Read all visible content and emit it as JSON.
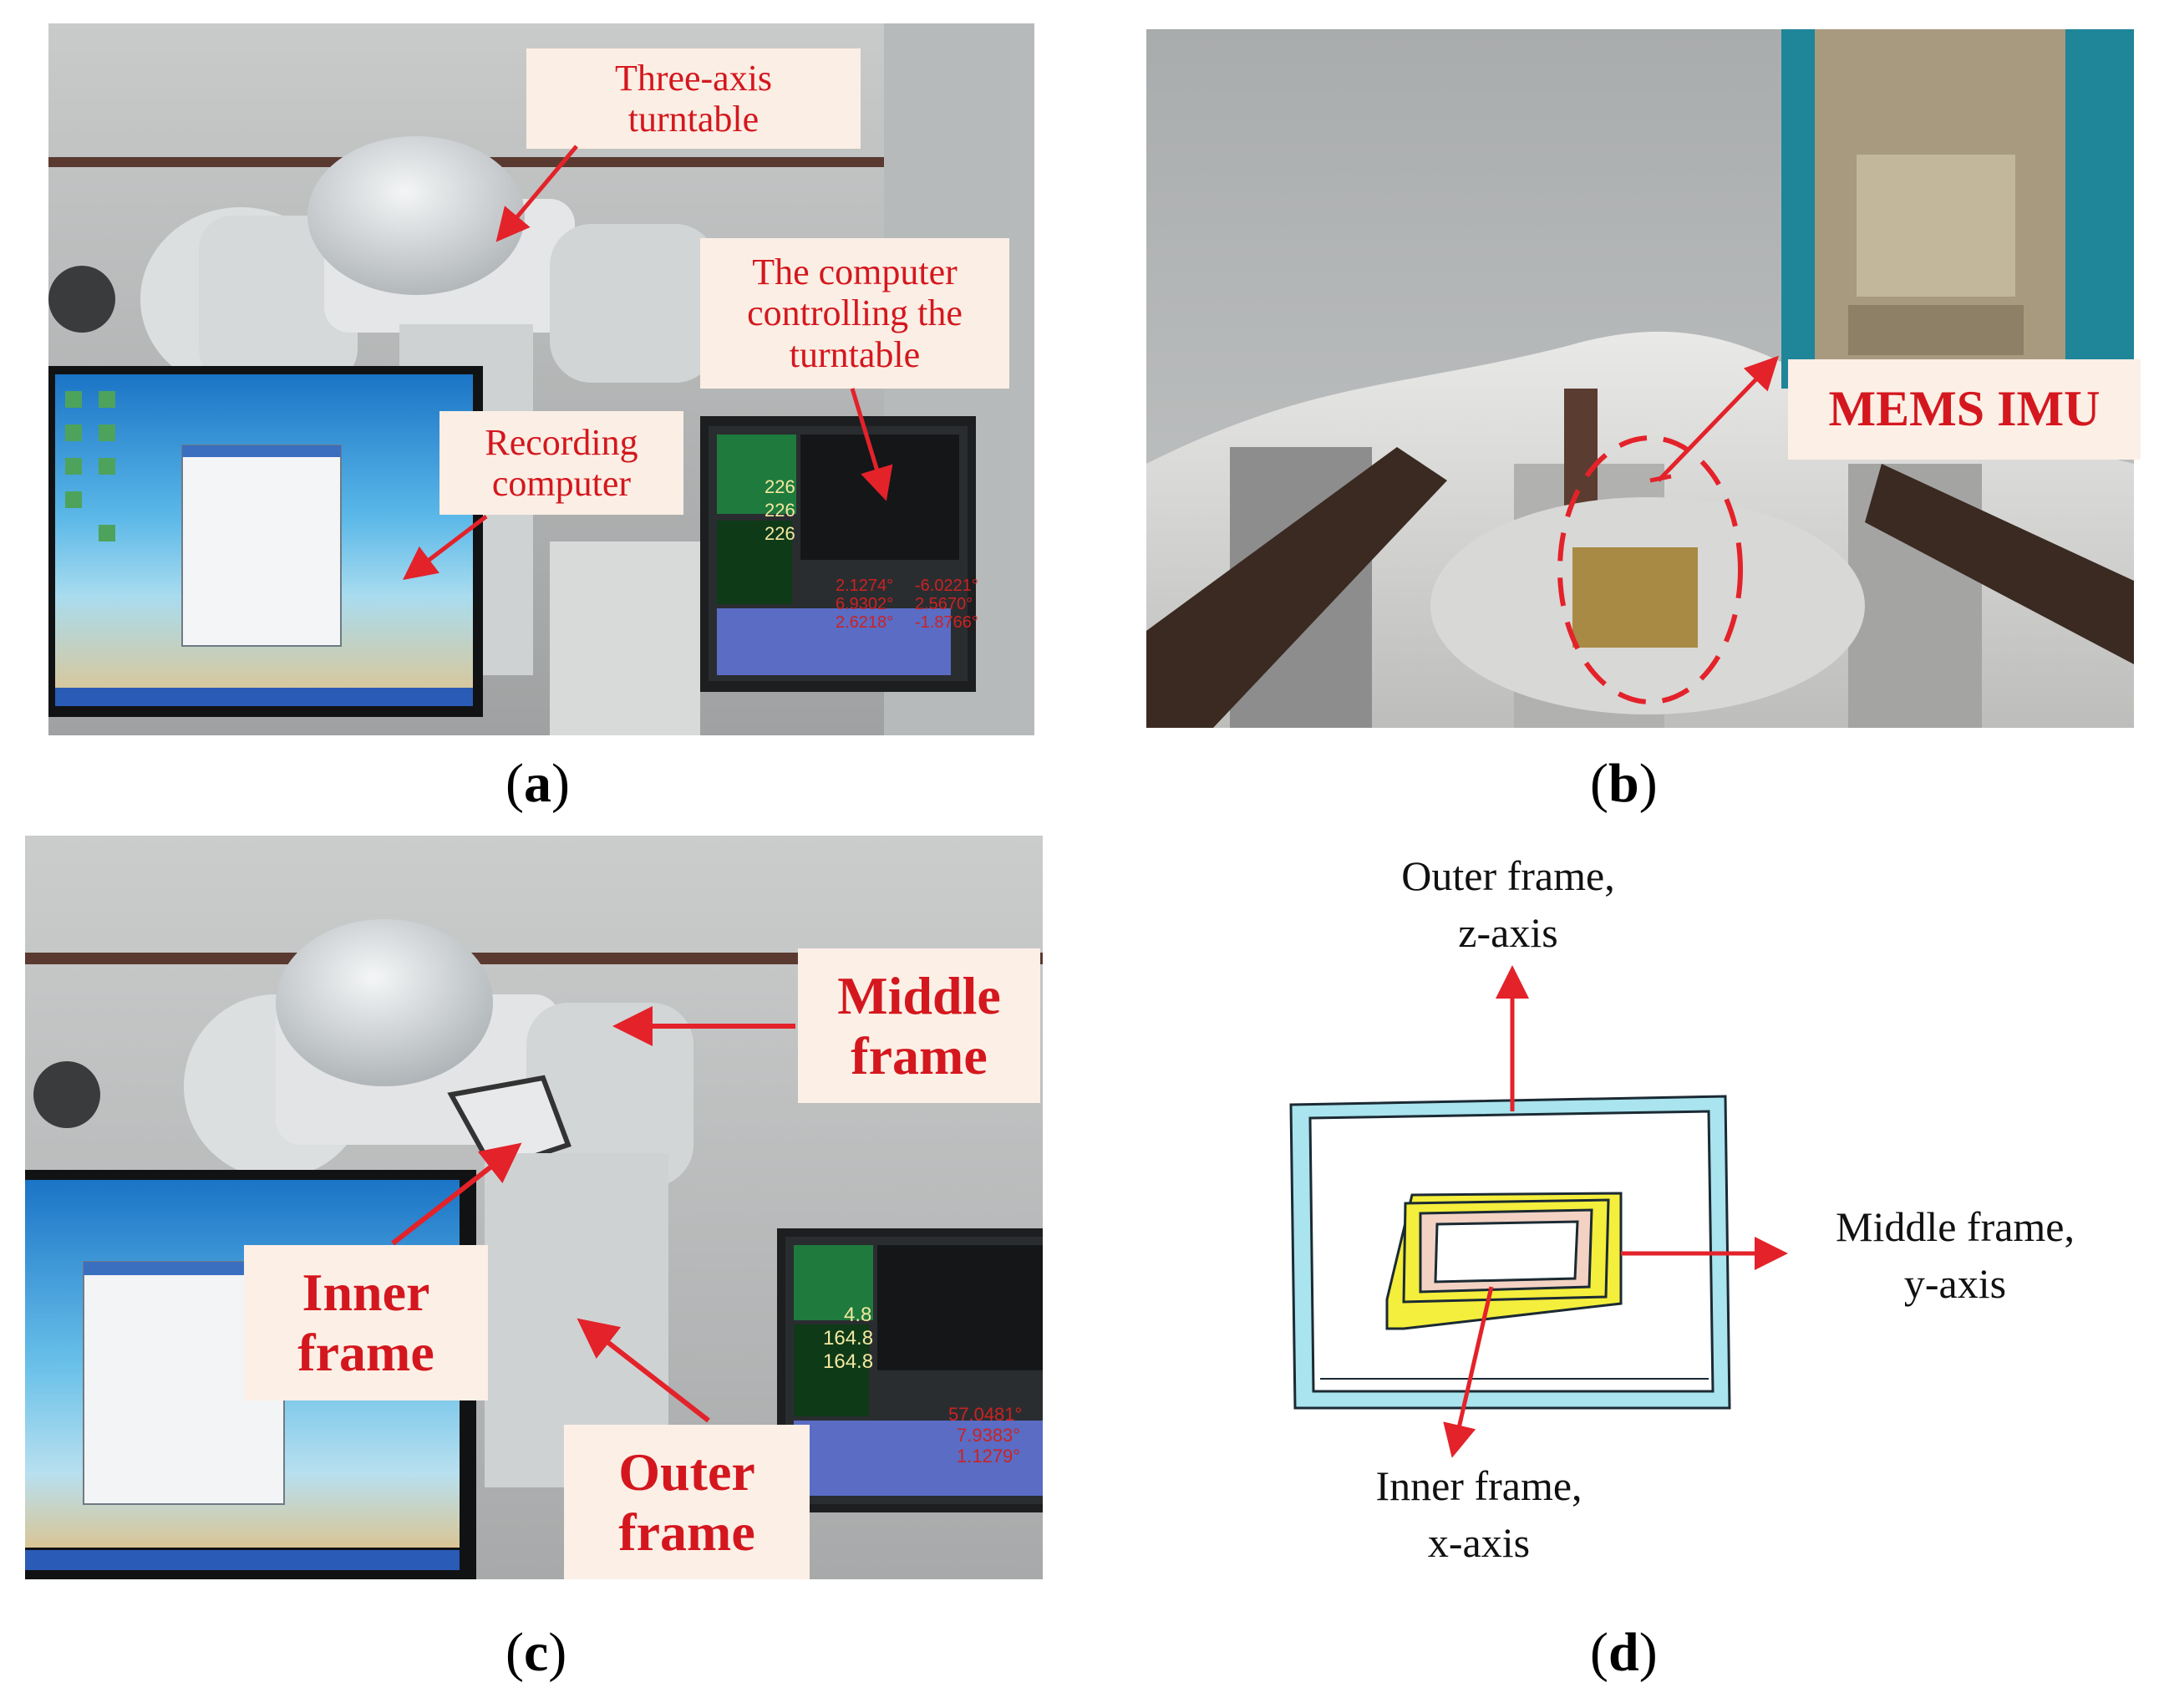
{
  "panels": {
    "a": {
      "caption_open": "(",
      "caption_letter": "a",
      "caption_close": ")",
      "labels": {
        "turntable": "Three-axis\nturntable",
        "controller": "The computer\ncontrolling the\nturntable",
        "recording": "Recording\ncomputer"
      },
      "screen_values": [
        "226",
        "226",
        "226",
        "2.1274°",
        "6.9302°",
        "2.6218°",
        "-6.0221°",
        "2.5670°",
        "-1.8766°"
      ]
    },
    "b": {
      "caption_open": "(",
      "caption_letter": "b",
      "caption_close": ")",
      "labels": {
        "imu": "MEMS IMU"
      }
    },
    "c": {
      "caption_open": "(",
      "caption_letter": "c",
      "caption_close": ")",
      "labels": {
        "middle": "Middle\nframe",
        "inner": "Inner\nframe",
        "outer": "Outer\nframe"
      },
      "screen_values": [
        "4.8",
        "164.8",
        "164.8",
        "57.0481°",
        "7.9383°",
        "1.1279°"
      ]
    },
    "d": {
      "caption_open": "(",
      "caption_letter": "d",
      "caption_close": ")",
      "labels": {
        "outer": "Outer frame,\nz-axis",
        "middle": "Middle frame,\ny-axis",
        "inner": "Inner frame,\nx-axis"
      }
    }
  },
  "colors": {
    "annotation_red": "#e3222a",
    "callout_bg": "#fbeee4",
    "outer_frame_cyan": "#a9e4ef",
    "middle_frame_yellow": "#f4ee3c",
    "inner_frame_pink": "#f3d2c4"
  }
}
